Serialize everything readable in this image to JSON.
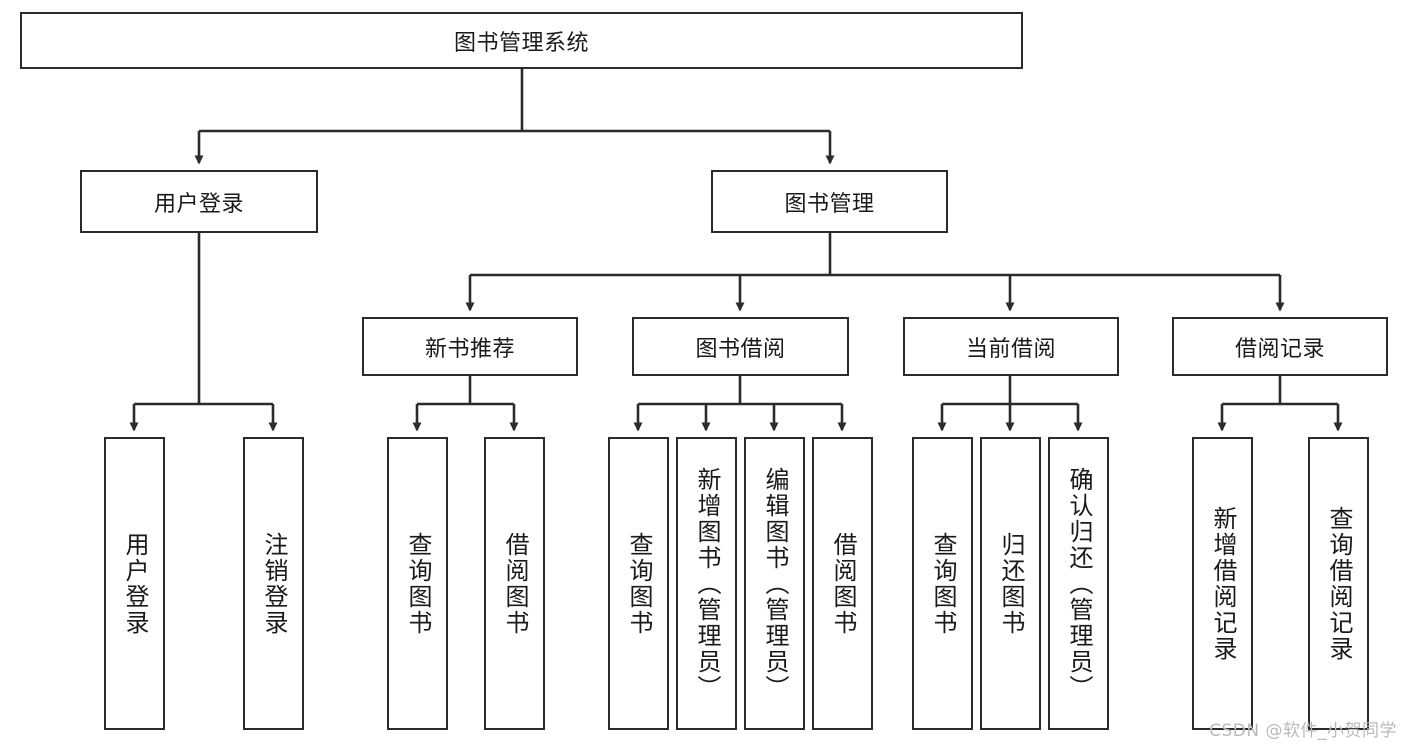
{
  "diagram": {
    "type": "tree-hierarchy-chart",
    "title_node": {
      "label": "图书管理系统"
    },
    "level2": [
      {
        "id": "user-login",
        "label": "用户登录"
      },
      {
        "id": "book-management",
        "label": "图书管理"
      }
    ],
    "level3": [
      {
        "id": "new-book-recommend",
        "label": "新书推荐"
      },
      {
        "id": "book-borrow",
        "label": "图书借阅"
      },
      {
        "id": "current-borrow",
        "label": "当前借阅"
      },
      {
        "id": "borrow-record",
        "label": "借阅记录"
      }
    ],
    "leaves": [
      {
        "id": "leaf-user-login",
        "label": "用户登录",
        "parent": "user-login"
      },
      {
        "id": "leaf-logout-login",
        "label": "注销登录",
        "parent": "user-login"
      },
      {
        "id": "leaf-query-book-1",
        "label": "查询图书",
        "parent": "new-book-recommend"
      },
      {
        "id": "leaf-borrow-book-1",
        "label": "借阅图书",
        "parent": "new-book-recommend"
      },
      {
        "id": "leaf-query-book-2",
        "label": "查询图书",
        "parent": "book-borrow"
      },
      {
        "id": "leaf-add-book",
        "label": "新增图书（管理员）",
        "parent": "book-borrow"
      },
      {
        "id": "leaf-edit-book",
        "label": "编辑图书（管理员）",
        "parent": "book-borrow"
      },
      {
        "id": "leaf-borrow-book-2",
        "label": "借阅图书",
        "parent": "book-borrow"
      },
      {
        "id": "leaf-query-book-3",
        "label": "查询图书",
        "parent": "current-borrow"
      },
      {
        "id": "leaf-return-book",
        "label": "归还图书",
        "parent": "current-borrow"
      },
      {
        "id": "leaf-confirm-return",
        "label": "确认归还（管理员）",
        "parent": "current-borrow"
      },
      {
        "id": "leaf-add-record",
        "label": "新增借阅记录",
        "parent": "borrow-record"
      },
      {
        "id": "leaf-query-record",
        "label": "查询借阅记录",
        "parent": "borrow-record"
      }
    ],
    "colors": {
      "stroke": "#2b2b2b",
      "fill": "#ffffff",
      "text": "#1a1a1a",
      "watermark": "#b9b9b9"
    }
  },
  "watermark": {
    "text": "CSDN @软件_小贺同学"
  }
}
